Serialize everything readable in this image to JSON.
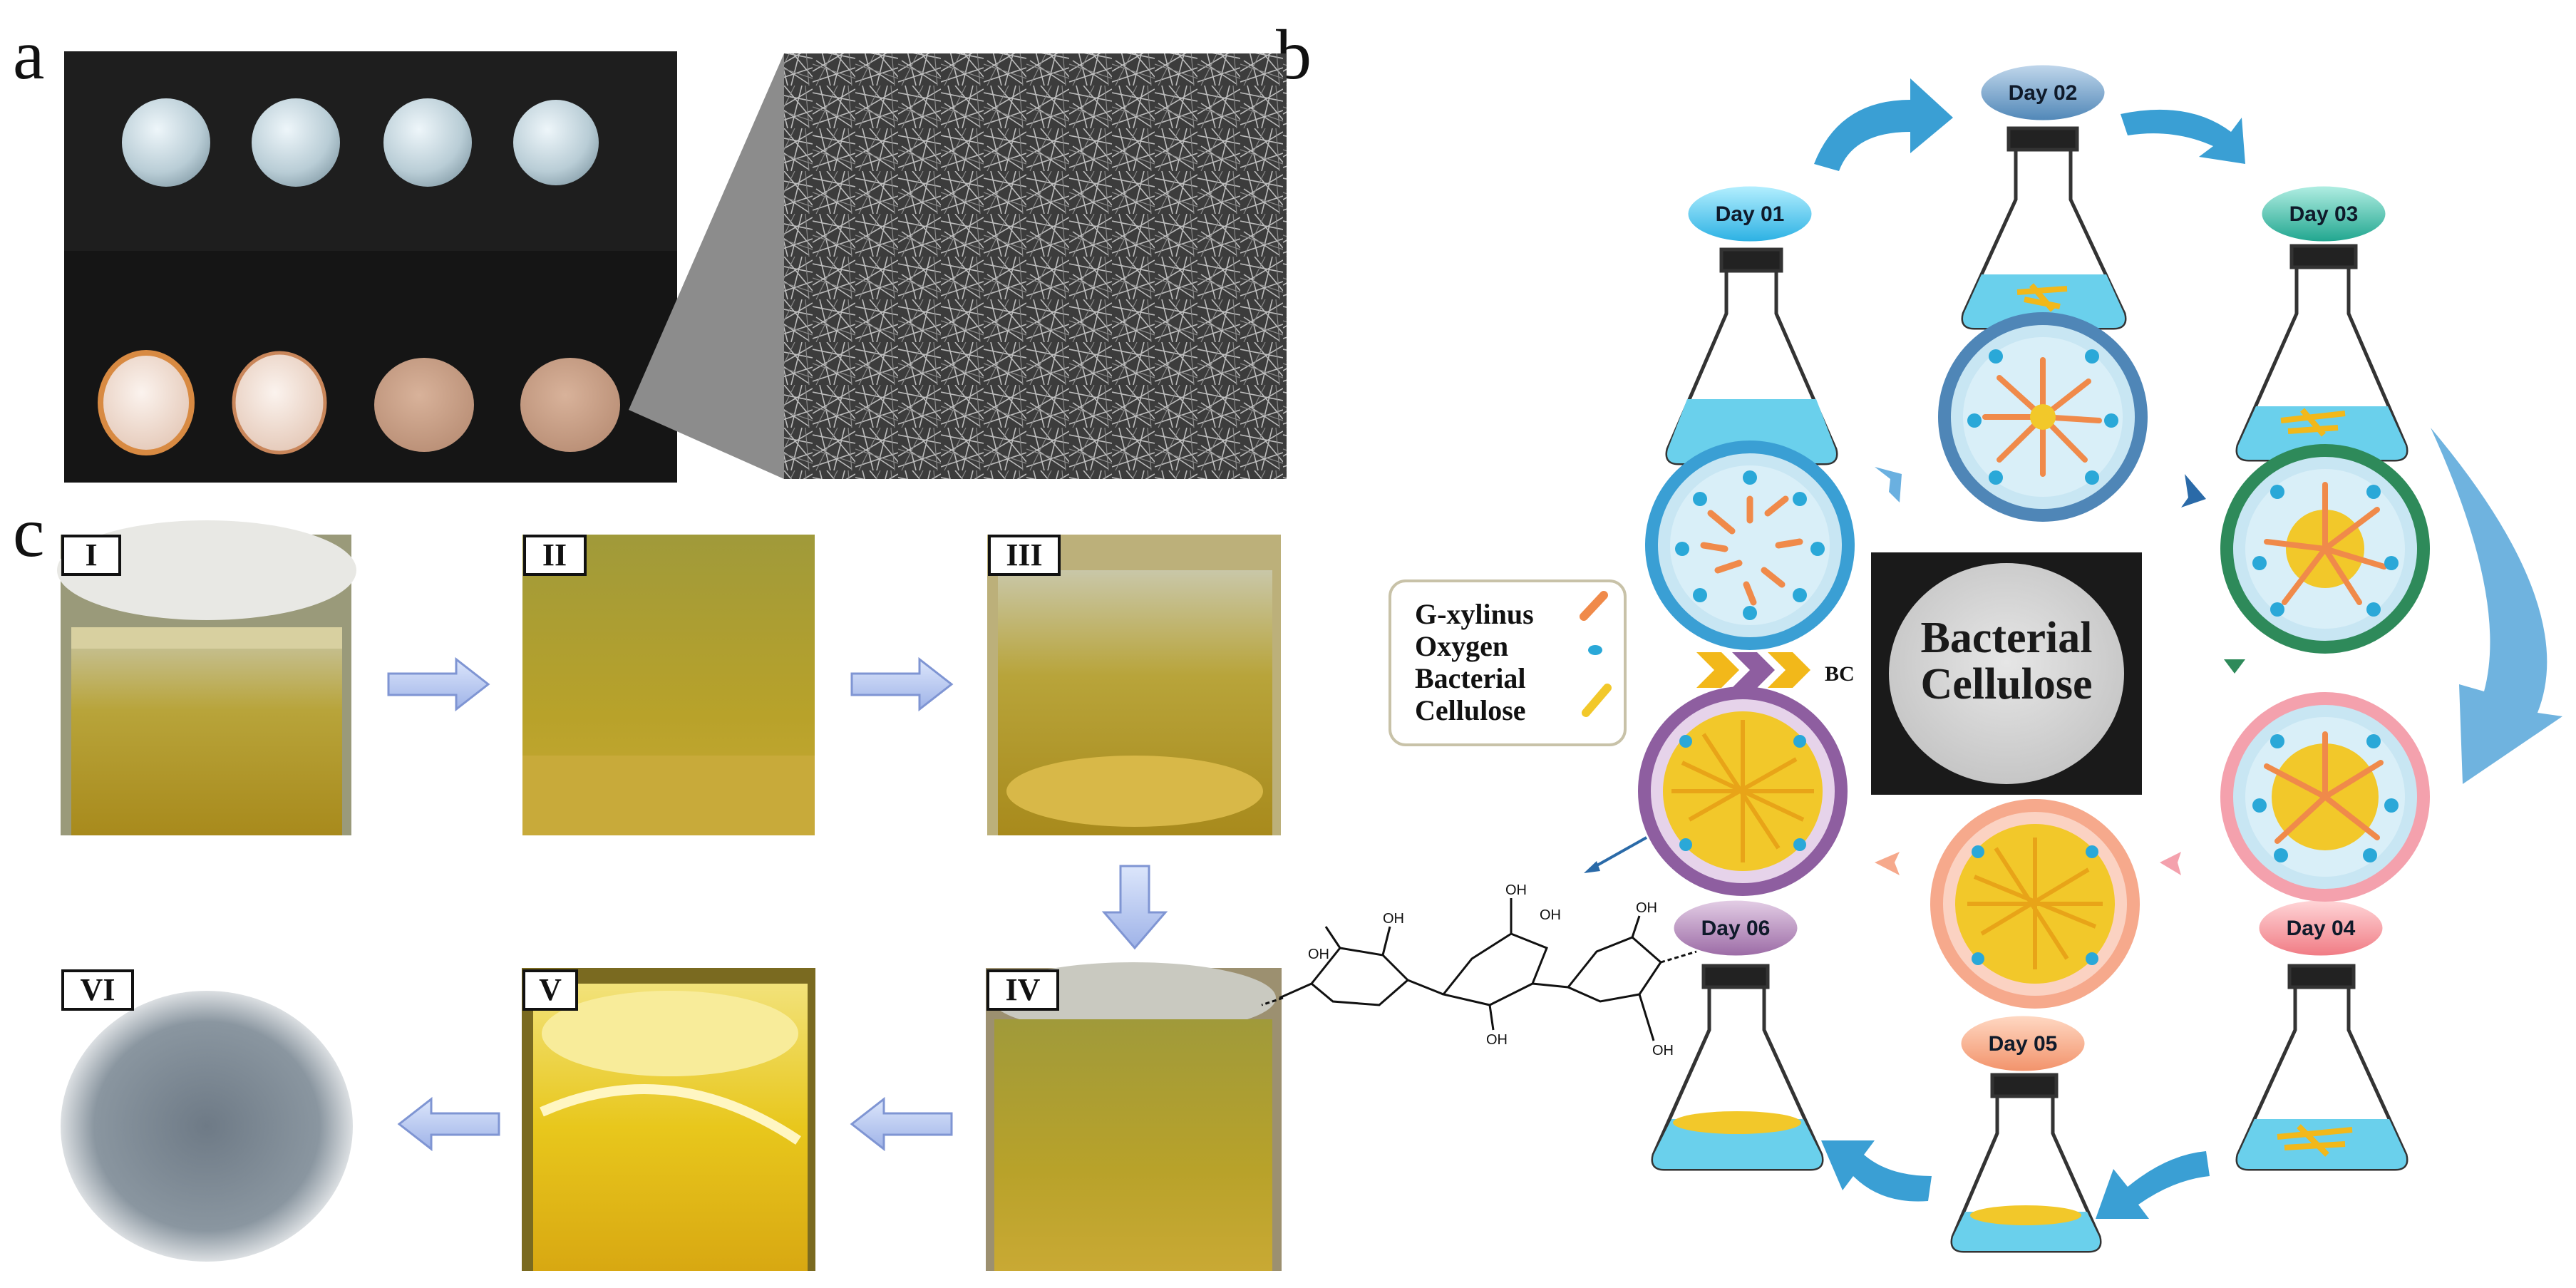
{
  "labels": {
    "a": "a",
    "b": "b",
    "c": "c"
  },
  "panel_c": {
    "steps": [
      "I",
      "II",
      "III",
      "IV",
      "V",
      "VI"
    ]
  },
  "panel_b": {
    "days": [
      "Day 01",
      "Day 02",
      "Day 03",
      "Day 04",
      "Day 05",
      "Day 06"
    ],
    "center_label": [
      "Bacterial",
      "Cellulose"
    ],
    "bc_abbrev": "BC",
    "legend": [
      "G-xylinus",
      "Oxygen",
      "Bacterial",
      "Cellulose"
    ],
    "structure_labels": [
      "OH",
      "OH",
      "OH",
      "OH",
      "OH",
      "OH",
      "OH"
    ]
  },
  "colors": {
    "flow_arrow": "#3a9fd4",
    "cellulose": "#f2c82a",
    "bacteria": "#f08a4a",
    "oxygen": "#2aa8d8",
    "process_arrow": "#9fb3e8"
  }
}
